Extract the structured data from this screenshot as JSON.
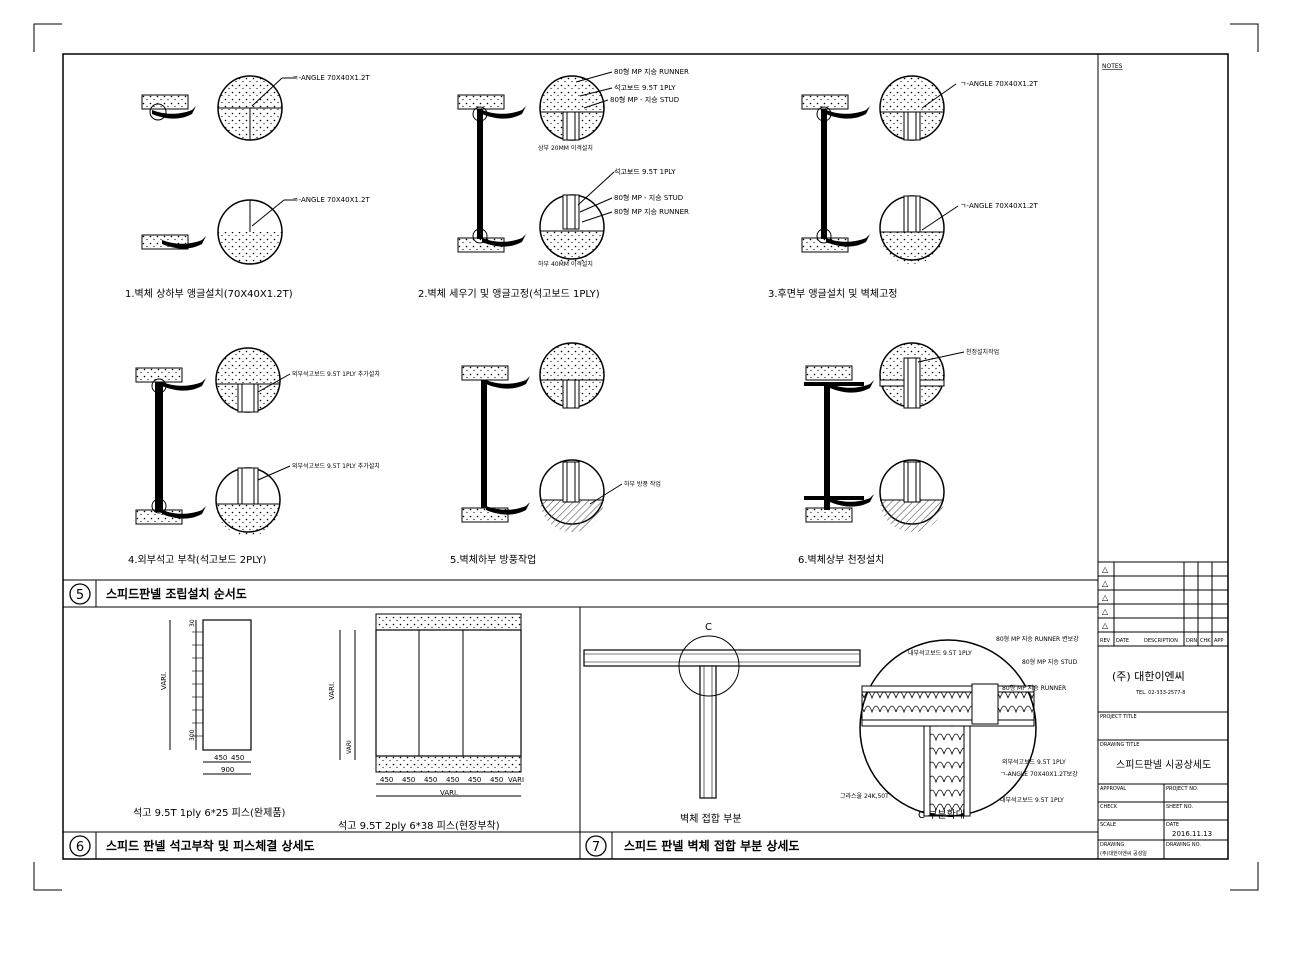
{
  "details": {
    "d1": {
      "label": "1.벽체 상하부 앵글설치(70X40X1.2T)",
      "angle_top": "ㄱ-ANGLE 70X40X1.2T",
      "angle_bottom": "ㄱ-ANGLE 70X40X1.2T"
    },
    "d2": {
      "label": "2.벽체 세우기 및 앵글고정(석고보드 1PLY)",
      "top_runner": "80형 MP 지승 RUNNER",
      "top_gypsum": "석고보드 9.5T 1PLY",
      "top_stud": "80형 MP - 지승 STUD",
      "top_gap": "상부 20MM 이격설치",
      "bot_gypsum": "석고보드 9.5T 1PLY",
      "bot_stud": "80형 MP - 지승 STUD",
      "bot_runner": "80형 MP 지승 RUNNER",
      "bot_gap": "하부 40MM 이격설치"
    },
    "d3": {
      "label": "3.후면부 앵글설치 및 벽체고정",
      "angle_top": "ㄱ-ANGLE 70X40X1.2T",
      "angle_bottom": "ㄱ-ANGLE 70X40X1.2T"
    },
    "d4": {
      "label": "4.외부석고 부착(석고보드 2PLY)",
      "note_top": "외부석고보드 9.5T 1PLY 추가설치",
      "note_bottom": "외부석고보드 9.5T 1PLY 추가설치"
    },
    "d5": {
      "label": "5.벽체하부 방풍작업",
      "note_bottom": "하부 방풍 작업"
    },
    "d6": {
      "label": "6.벽체상부 천정설치",
      "note_top": "천정설치작업"
    }
  },
  "sections": {
    "s5": {
      "num": "5",
      "title": "스피드판넬 조립설치 순서도"
    },
    "s6": {
      "num": "6",
      "title": "스피드 판넬 석고부착 및 피스체결 상세도"
    },
    "s7": {
      "num": "7",
      "title": "스피드 판넬 벽체 접합 부분 상세도"
    }
  },
  "panel6": {
    "left_caption": "석고 9.5T 1ply 6*25 피스(완제품)",
    "right_caption": "석고 9.5T 2ply 6*38 피스(현장부착)",
    "vari": "VARI.",
    "dim_450": "450",
    "dim_900": "900",
    "dim_vari": "VARI",
    "dim_300": "300",
    "dim_30": "30"
  },
  "panel7": {
    "c_mark": "C",
    "left_caption": "벽체 접합 부분",
    "right_caption": "C 부분확대",
    "n_runner": "80형 MP 지승 RUNNER 변보강",
    "n_inner_gypsum": "내부석고보드 9.5T 1PLY",
    "n_stud": "80형 MP 지승 STUD",
    "n_runner2": "80형 MP 지승 RUNNER",
    "n_outer_gypsum": "외부석고보드 9.5T 1PLY",
    "n_angle": "ㄱ-ANGLE 70X40X1.2T보강",
    "n_glasswool": "그라스울 24K,50T",
    "n_inner_gypsum2": "내부석고보드 9.5T 1PLY"
  },
  "title_block": {
    "notes": "NOTES",
    "rev_symbol": "△",
    "rev_headers": [
      "REV",
      "DATE",
      "DESCRIPTION",
      "DRN",
      "CHK",
      "APP"
    ],
    "company": "(주) 대한이엔씨",
    "tel": "TEL. 02-333-2577-8",
    "project_title_label": "PROJECT TITLE",
    "drawing_title_label": "DRAWING TITLE",
    "drawing_title": "스피드판넬 시공상세도",
    "approval": "APPROVAL",
    "project_no": "PROJECT NO.",
    "check": "CHECK",
    "sheet_no": "SHEET NO.",
    "scale": "SCALE",
    "date_label": "DATE",
    "date": "2016.11.13",
    "drawing_label": "DRAWING",
    "drawing_no": "DRAWING NO.",
    "drawn_by": "(주)대한이엔씨 공성일"
  },
  "colors": {
    "line": "#000000",
    "concrete_fill": "#ffffff",
    "hatch": "#555555"
  }
}
